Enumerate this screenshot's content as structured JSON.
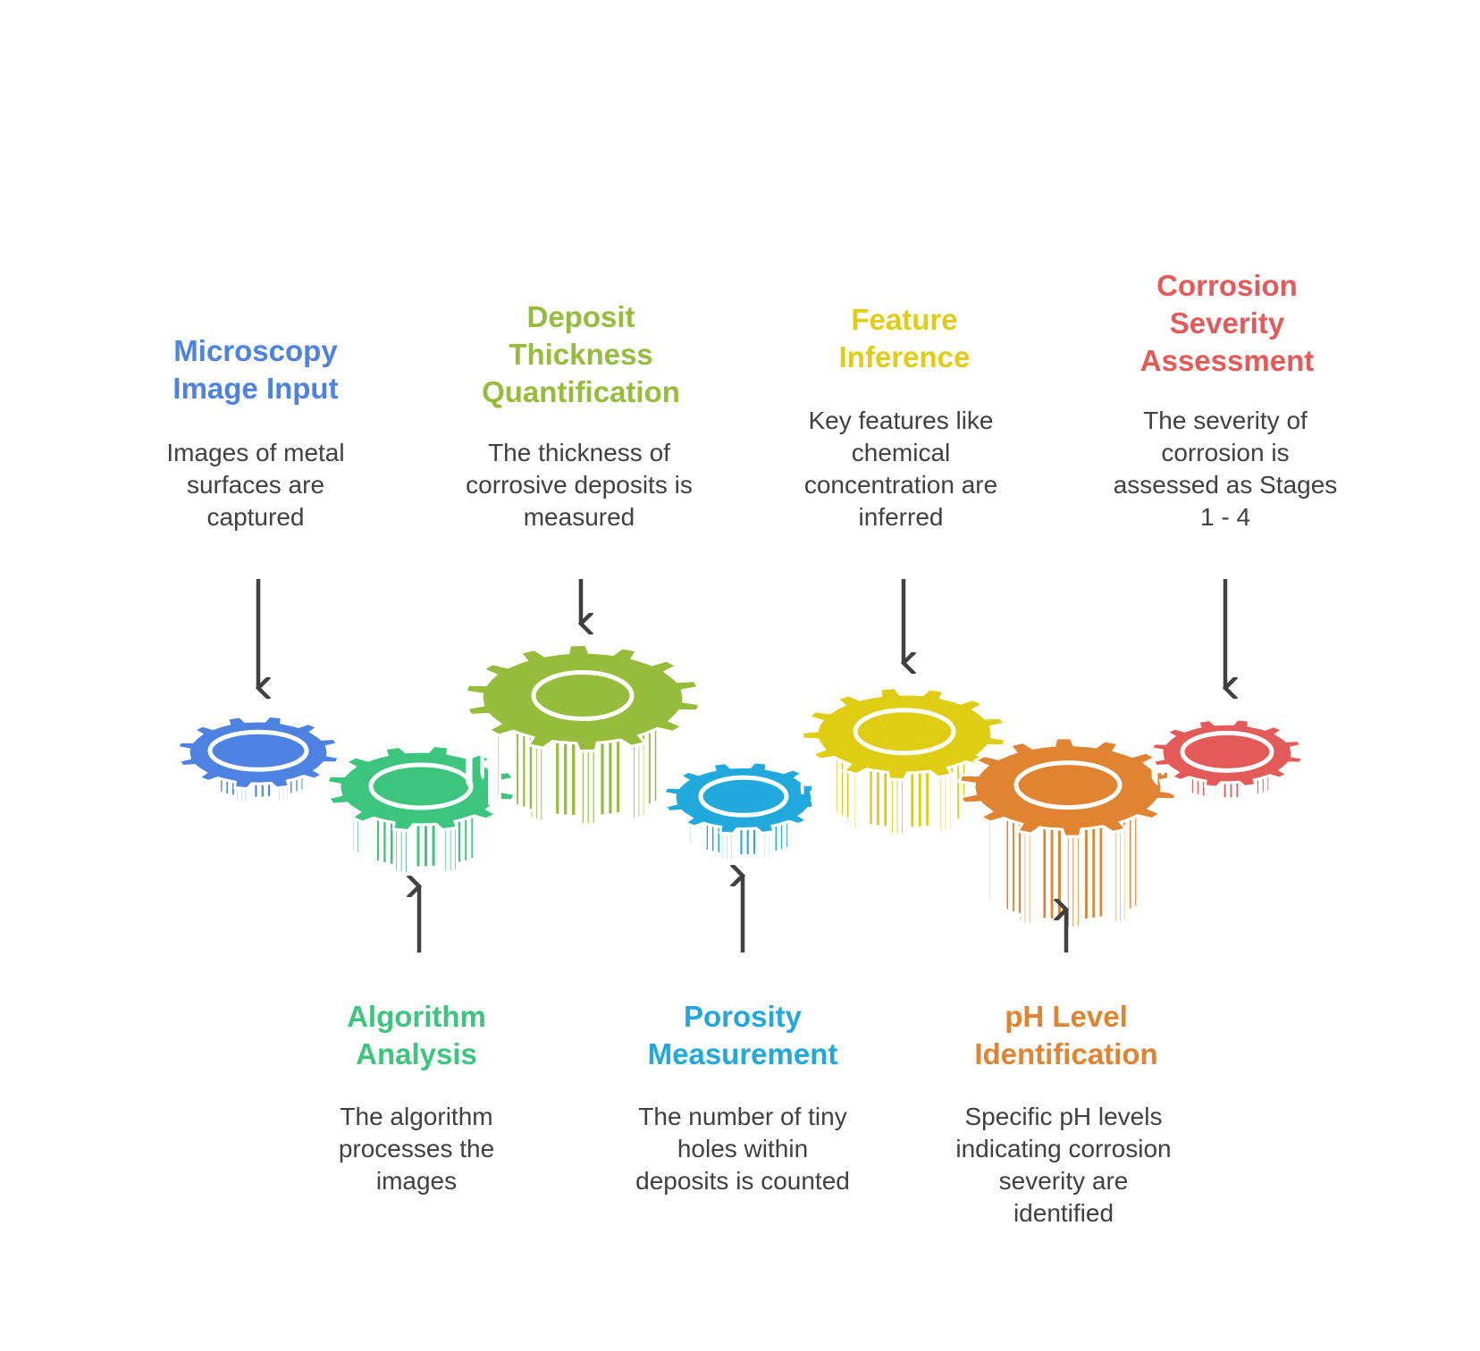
{
  "colors": {
    "blue": "#4d82e3",
    "green": "#3cc57c",
    "lime": "#95bd3b",
    "cyan": "#21a9de",
    "yellow": "#dfcd14",
    "orange": "#e18431",
    "red": "#e45a59",
    "arrow": "#404040"
  },
  "steps": [
    {
      "id": "microscopy",
      "color_key": "blue",
      "title": "Microscopy\nImage Input",
      "description": "Images of metal\nsurfaces are\ncaptured",
      "gear_icon": "gear-icon"
    },
    {
      "id": "algorithm",
      "color_key": "green",
      "title": "Algorithm\nAnalysis",
      "description": "The algorithm\nprocesses the\nimages",
      "gear_icon": "gear-icon"
    },
    {
      "id": "deposit",
      "color_key": "lime",
      "title": "Deposit\nThickness\nQuantification",
      "description": "The thickness of\ncorrosive deposits is\nmeasured",
      "gear_icon": "gear-icon"
    },
    {
      "id": "porosity",
      "color_key": "cyan",
      "title": "Porosity\nMeasurement",
      "description": "The number of tiny\nholes within\ndeposits is counted",
      "gear_icon": "gear-icon"
    },
    {
      "id": "feature",
      "color_key": "yellow",
      "title": "Feature\nInference",
      "description": "Key features like\nchemical\nconcentration are\ninferred",
      "gear_icon": "gear-icon"
    },
    {
      "id": "ph",
      "color_key": "orange",
      "title": "pH Level\nIdentification",
      "description": "Specific pH levels\nindicating corrosion\nseverity are\nidentified",
      "gear_icon": "gear-icon"
    },
    {
      "id": "severity",
      "color_key": "red",
      "title": "Corrosion\nSeverity\nAssessment",
      "description": "The severity of\ncorrosion is\nassessed as Stages\n1 - 4",
      "gear_icon": "gear-icon"
    }
  ]
}
